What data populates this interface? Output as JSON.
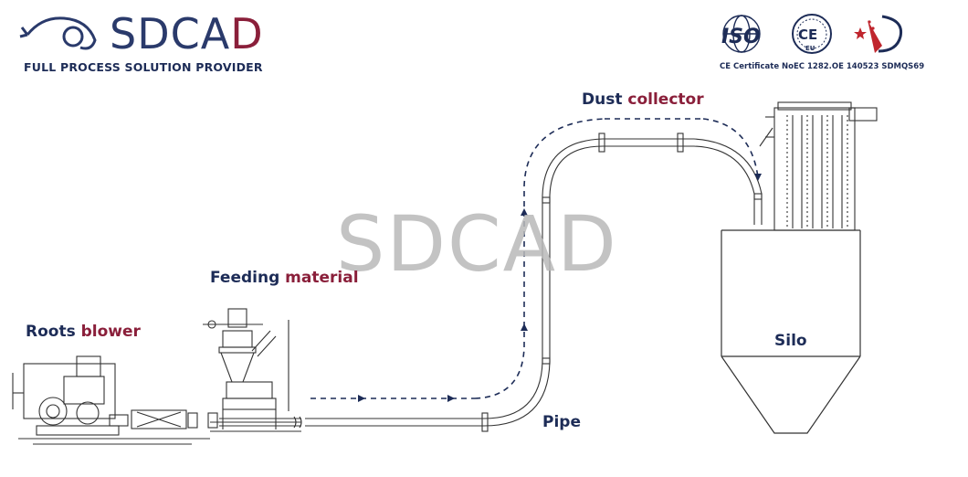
{
  "header": {
    "brand_name": "SDCAD",
    "brand_head": "SDCA",
    "brand_tail": "D",
    "tagline": "FULL PROCESS SOLUTION PROVIDER",
    "iso_badge": "ISO",
    "ce_badge": "CE",
    "eu_text": "EU",
    "certificate": "CE Certificate NoEC 1282.OE 140523 SDMQS69"
  },
  "watermark": "SDCAD",
  "labels": {
    "roots_a": "Roots ",
    "roots_b": "blower",
    "feeding_a": "Feeding ",
    "feeding_b": "material",
    "dust_a": "Dust ",
    "dust_b": "collector",
    "pipe": "Pipe",
    "silo": "Silo"
  },
  "colors": {
    "navy": "#1d2c57",
    "maroon": "#8a1f3a",
    "line": "#222222",
    "watermark": "#b9b9b9"
  }
}
